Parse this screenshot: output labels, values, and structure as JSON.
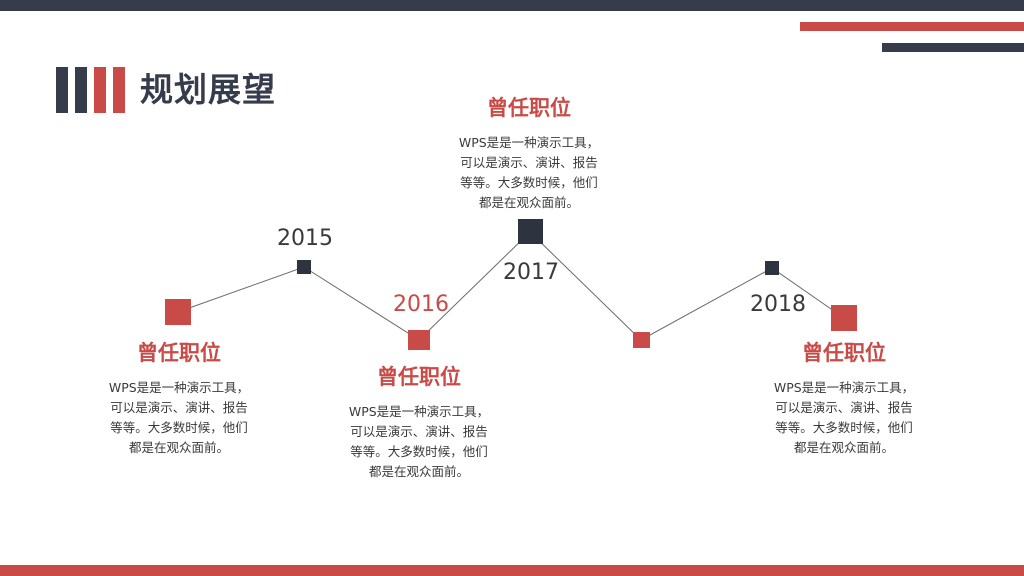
{
  "page": {
    "title": "规划展望"
  },
  "colors": {
    "navy": "#363c4c",
    "red": "#c84b48",
    "text": "#3a3a3a"
  },
  "timeline": {
    "years": [
      "2015",
      "2016",
      "2017",
      "2018"
    ]
  },
  "cards": [
    {
      "title": "曾任职位",
      "lines": [
        "WPS是是一种演示工具，",
        "可以是演示、演讲、报告",
        "等等。大多数时候，他们",
        "都是在观众面前。"
      ]
    },
    {
      "title": "曾任职位",
      "lines": [
        "WPS是是一种演示工具，",
        "可以是演示、演讲、报告",
        "等等。大多数时候，他们",
        "都是在观众面前。"
      ]
    },
    {
      "title": "曾任职位",
      "lines": [
        "WPS是是一种演示工具，",
        "可以是演示、演讲、报告",
        "等等。大多数时候，他们",
        "都是在观众面前。"
      ]
    },
    {
      "title": "曾任职位",
      "lines": [
        "WPS是是一种演示工具，",
        "可以是演示、演讲、报告",
        "等等。大多数时候，他们",
        "都是在观众面前。"
      ]
    }
  ]
}
